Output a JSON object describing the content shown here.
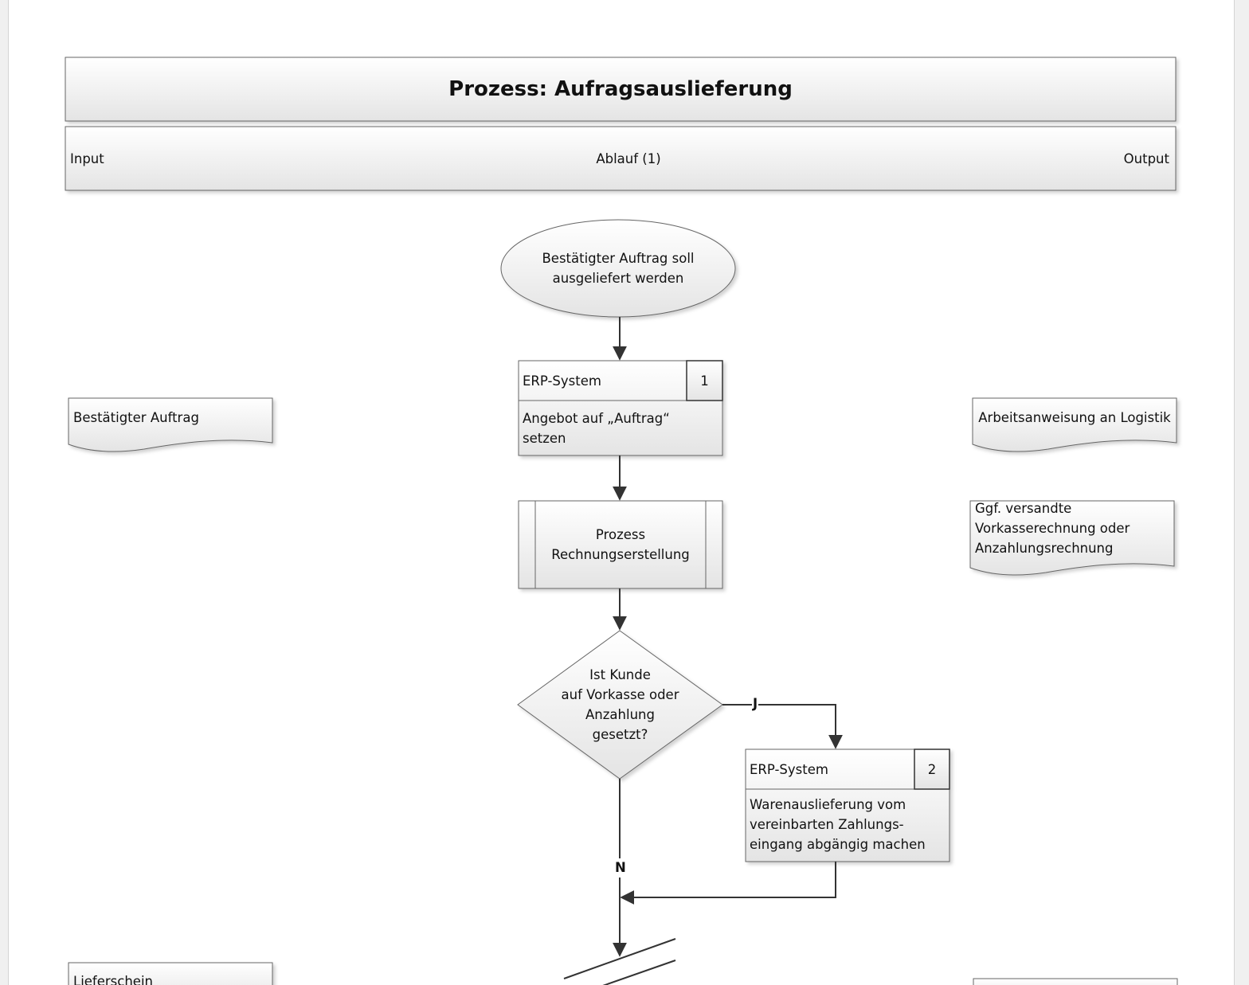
{
  "header": {
    "title": "Prozess: Aufragsauslieferung",
    "col_input": "Input",
    "col_flow": "Ablauf (1)",
    "col_output": "Output"
  },
  "flow": {
    "start": [
      "Bestätigter Auftrag soll",
      "ausgeliefert werden"
    ],
    "step1": {
      "system": "ERP-System",
      "number": "1",
      "text": [
        "Angebot auf „Auftrag“",
        "setzen"
      ]
    },
    "subprocess": [
      "Prozess",
      "Rechnungserstellung"
    ],
    "decision": [
      "Ist Kunde",
      "auf Vorkasse oder",
      "Anzahlung",
      "gesetzt?"
    ],
    "yes_label": "J",
    "no_label": "N",
    "step2": {
      "system": "ERP-System",
      "number": "2",
      "text": [
        "Warenauslieferung vom",
        "vereinbarten Zahlungs-",
        "eingang abgängig machen"
      ]
    }
  },
  "inputs": {
    "doc1": "Bestätigter Auftrag",
    "doc2": "Lieferschein"
  },
  "outputs": {
    "doc1": "Arbeitsanweisung an Logistik",
    "doc2": [
      "Ggf. versandte",
      "Vorkasserechnung oder",
      "Anzahlungsrechnung"
    ]
  },
  "colors": {
    "line": "#333333",
    "shape_border": "#555555",
    "shape_fill_top": "#ffffff",
    "shape_fill_bottom": "#e6e6e6"
  }
}
